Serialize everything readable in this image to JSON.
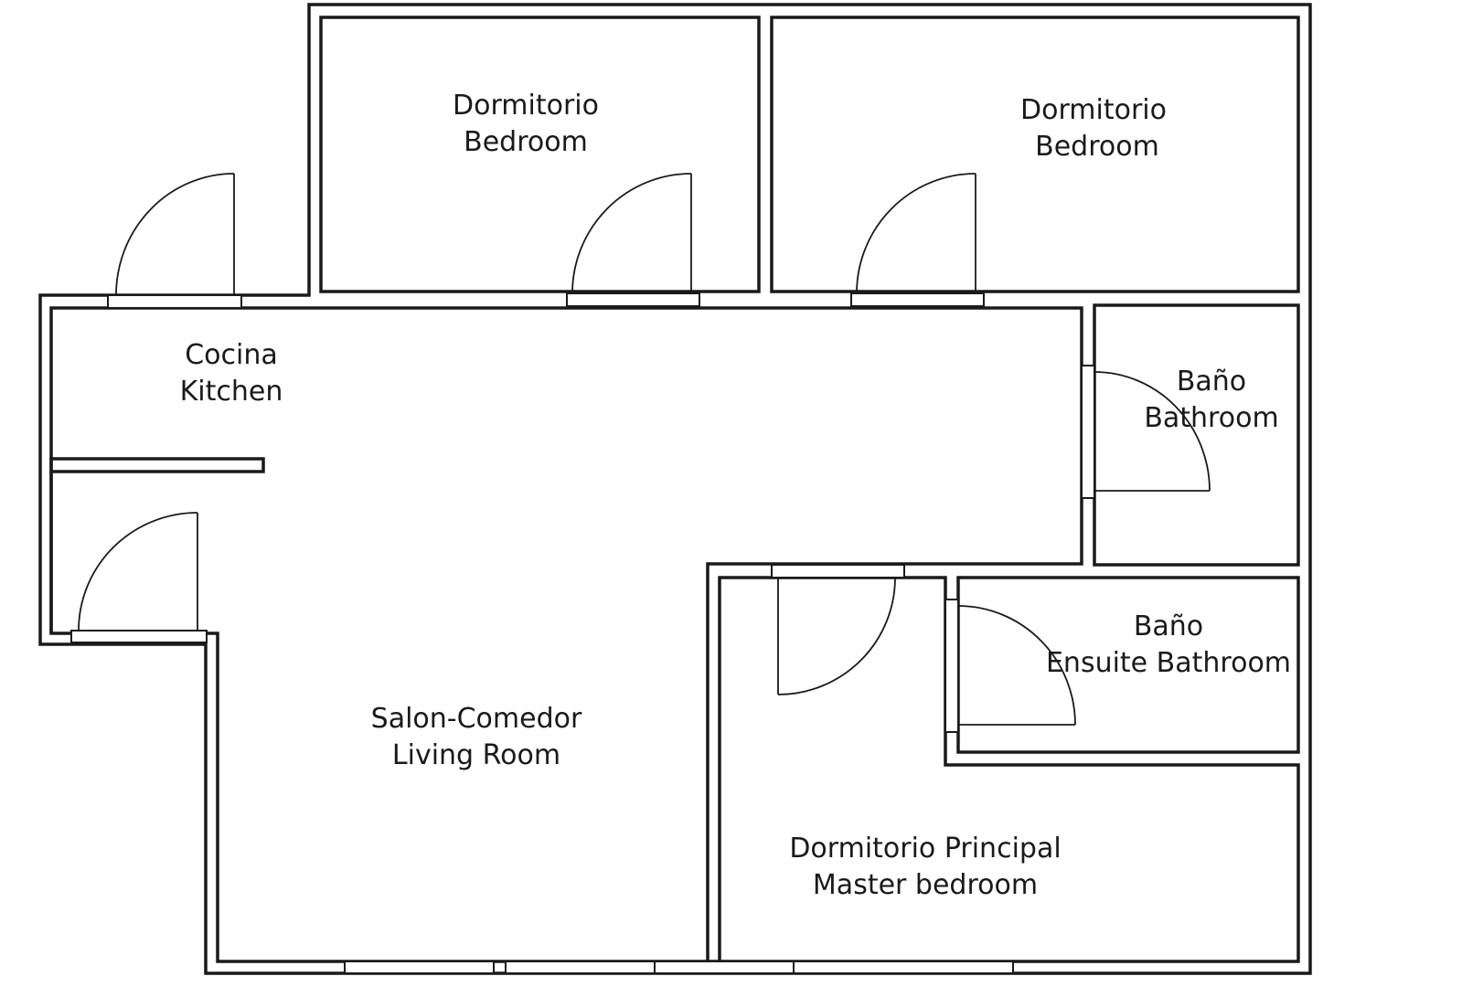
{
  "rooms": {
    "bedroom_1": {
      "label_es": "Dormitorio",
      "label_en": "Bedroom"
    },
    "bedroom_2": {
      "label_es": "Dormitorio",
      "label_en": "Bedroom"
    },
    "kitchen": {
      "label_es": "Cocina",
      "label_en": "Kitchen"
    },
    "bathroom": {
      "label_es": "Baño",
      "label_en": "Bathroom"
    },
    "ensuite": {
      "label_es": "Baño",
      "label_en": "Ensuite Bathroom"
    },
    "living": {
      "label_es": "Salon-Comedor",
      "label_en": "Living Room"
    },
    "master": {
      "label_es": "Dormitorio Principal",
      "label_en": "Master bedroom"
    }
  },
  "colors": {
    "line": "#1a1a1a",
    "background": "#ffffff"
  }
}
